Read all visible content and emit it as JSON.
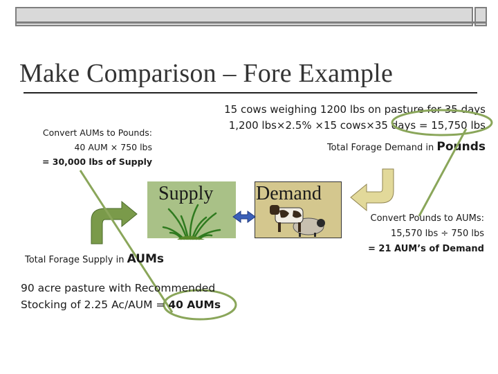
{
  "title": "Make Comparison – Fore Example",
  "demand_info": {
    "line1": "15 cows weighing 1200 lbs on pasture for 35 days",
    "line2": "1,200 lbs×2.5% ×15 cows×35 days = 15,750 lbs"
  },
  "supply_info": {
    "heading": "Convert AUMs to Pounds:",
    "line1": "40 AUM × 750 lbs",
    "line2": "= 30,000 lbs of Supply"
  },
  "total_forage_demand": {
    "prefix": "Total Forage Demand in ",
    "unit": "Pounds"
  },
  "supply_label": "Supply",
  "demand_label": "Demand",
  "convert_to_aum": {
    "heading": "Convert Pounds to AUMs:",
    "line1": "15,570 lbs ÷ 750 lbs",
    "line2": "= 21 AUM’s of Demand"
  },
  "total_forage_supply": {
    "prefix": "Total Forage Supply in ",
    "unit": "AUMs"
  },
  "pasture": {
    "line1": "90 acre pasture with Recommended",
    "line2_prefix": "Stocking of 2.25 Ac/AUM = ",
    "line2_value": "40 AUMs"
  },
  "colors": {
    "supply_box": "#a9c187",
    "demand_box": "#d4c78e",
    "green_arrow": "#7a9a4a",
    "yellow_arrow": "#e2d99a",
    "blue_arrow": "#3a5fb8",
    "oval": "#8aa65a",
    "connector": "#8aa65a"
  },
  "icons": [
    "grass-clump-icon",
    "cow-icon",
    "sheep-icon"
  ]
}
